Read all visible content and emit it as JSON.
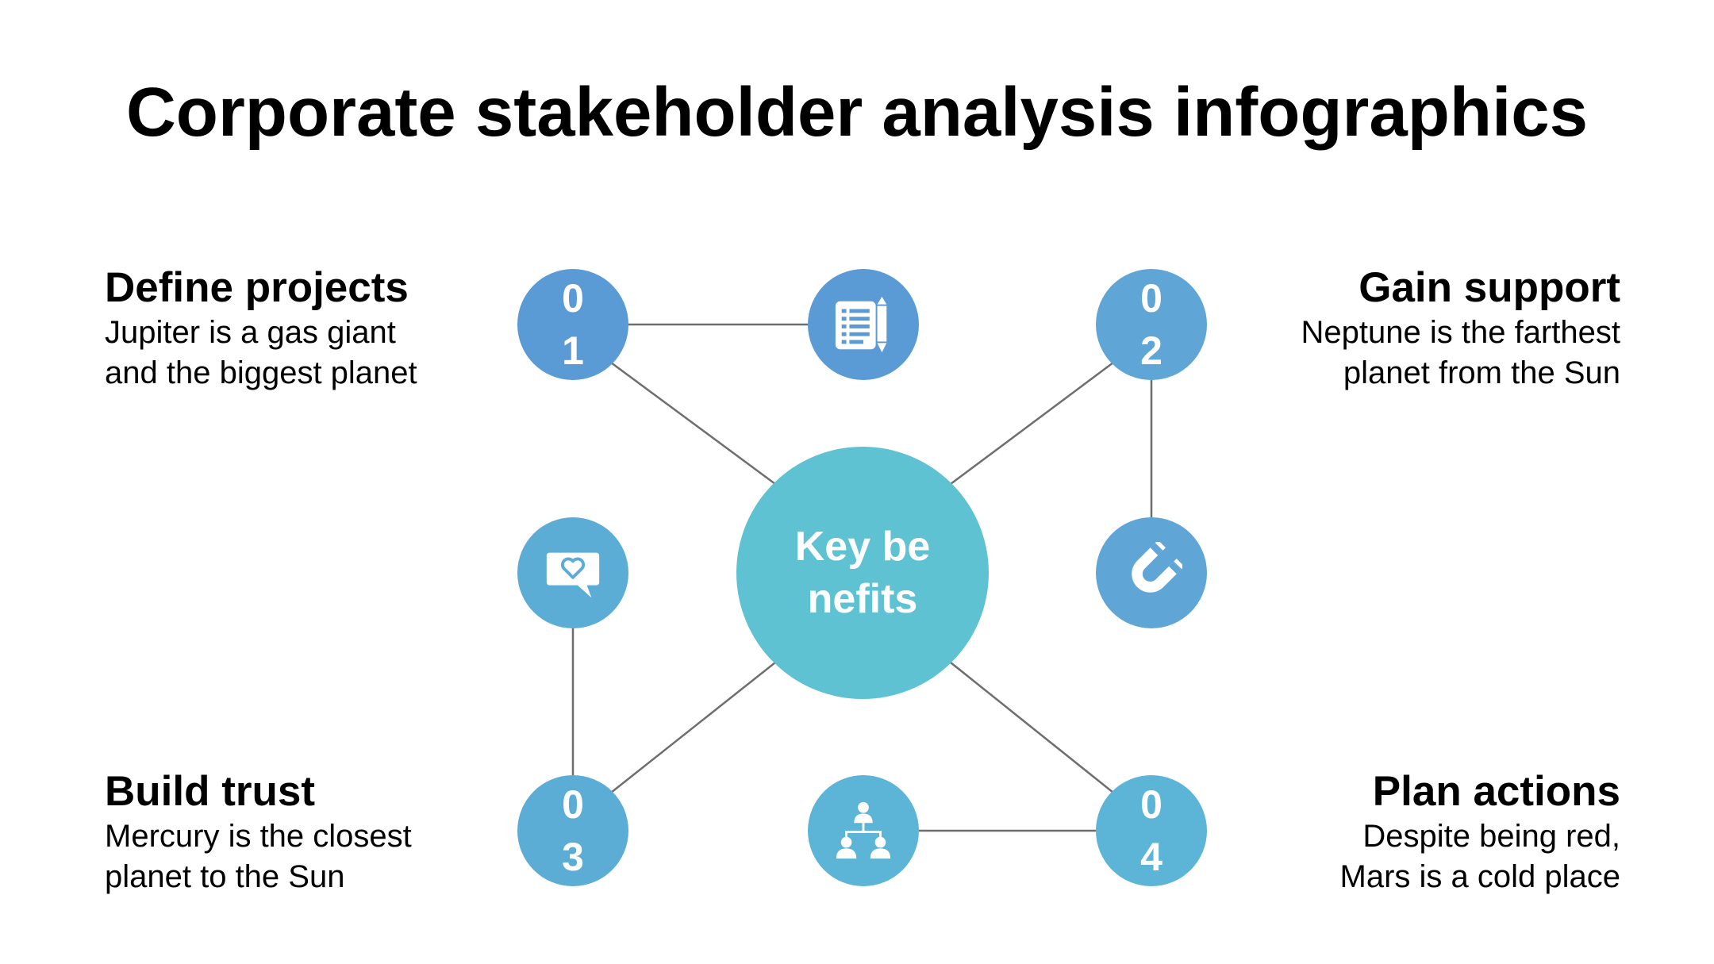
{
  "title": "Corporate stakeholder analysis infographics",
  "center": {
    "label": "Key benefits"
  },
  "items": [
    {
      "number_digits": [
        "0",
        "1"
      ],
      "title": "Define projects",
      "lines": [
        "Jupiter is a gas giant",
        "and the biggest planet"
      ],
      "color": "#5b9bd5"
    },
    {
      "number_digits": [
        "0",
        "2"
      ],
      "title": "Gain support",
      "lines": [
        "Neptune is the farthest",
        "planet from the Sun"
      ],
      "color": "#5fa6d6"
    },
    {
      "number_digits": [
        "0",
        "3"
      ],
      "title": "Build trust",
      "lines": [
        "Mercury is the closest",
        "planet to the Sun"
      ],
      "color": "#5cadd6"
    },
    {
      "number_digits": [
        "0",
        "4"
      ],
      "title": "Plan actions",
      "lines": [
        "Despite being red,",
        "Mars is a cold place"
      ],
      "color": "#5cb4d7"
    }
  ],
  "icons": {
    "checklist": {
      "name": "checklist-pencil-icon",
      "color": "#5b9bd5"
    },
    "magnet": {
      "name": "magnet-icon",
      "color": "#5fa6d6"
    },
    "chat_heart": {
      "name": "chat-heart-icon",
      "color": "#5cadd6"
    },
    "org_chart": {
      "name": "org-chart-icon",
      "color": "#5cb4d7"
    }
  },
  "colors": {
    "center": "#5fc2d2",
    "connector": "#6e6e6e",
    "text": "#000000"
  }
}
